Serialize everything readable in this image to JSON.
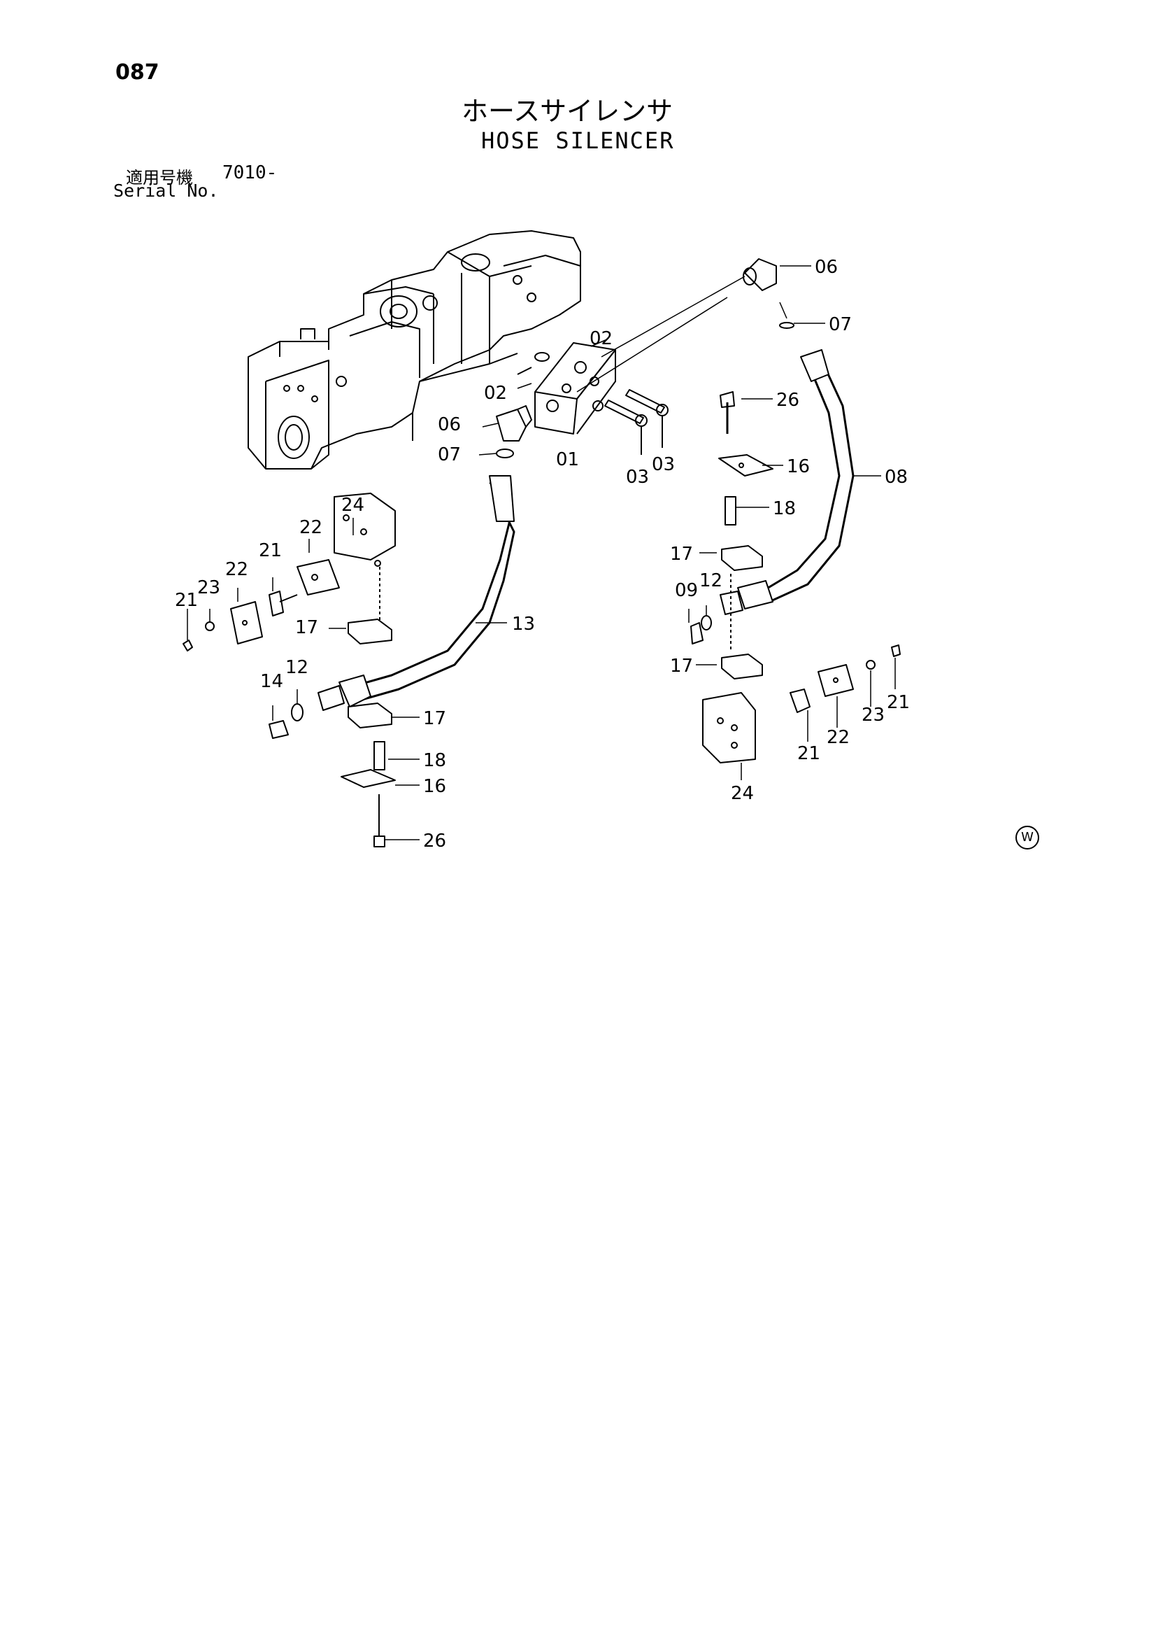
{
  "page": {
    "number": "087",
    "title_jp": "ホースサイレンサ",
    "title_en": "HOSE SILENCER",
    "serial_label_jp": "適用号機",
    "serial_value": "7010-",
    "serial_label_en": "Serial No.",
    "mark": "W"
  },
  "callouts": {
    "c01": "01",
    "c02a": "02",
    "c02b": "02",
    "c03a": "03",
    "c03b": "03",
    "c06a": "06",
    "c06b": "06",
    "c07a": "07",
    "c07b": "07",
    "c08": "08",
    "c09": "09",
    "c12a": "12",
    "c12b": "12",
    "c13": "13",
    "c14": "14",
    "c16a": "16",
    "c16b": "16",
    "c17a": "17",
    "c17b": "17",
    "c17c": "17",
    "c17d": "17",
    "c18a": "18",
    "c18b": "18",
    "c21a": "21",
    "c21b": "21",
    "c21c": "21",
    "c21d": "21",
    "c22a": "22",
    "c22b": "22",
    "c22c": "22",
    "c23a": "23",
    "c23b": "23",
    "c24a": "24",
    "c24b": "24",
    "c26a": "26",
    "c26b": "26"
  }
}
